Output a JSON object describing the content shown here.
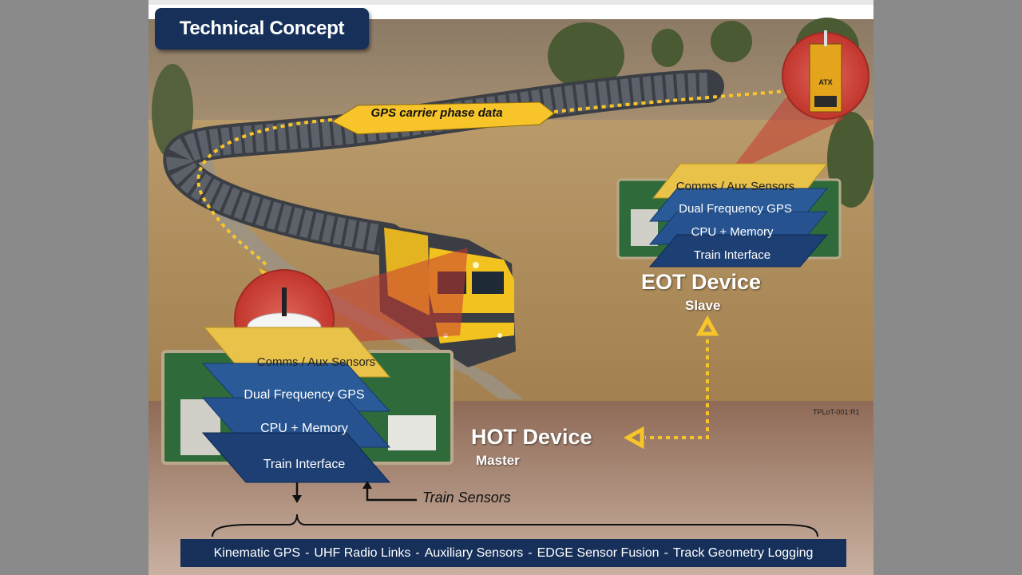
{
  "title": "Technical Concept",
  "gps_link_label": "GPS carrier phase data",
  "hot_device": {
    "title": "HOT Device",
    "subtitle": "Master",
    "layers": [
      "Comms / Aux Sensors",
      "Dual Frequency GPS",
      "CPU + Memory",
      "Train Interface"
    ]
  },
  "eot_device": {
    "title": "EOT Device",
    "subtitle": "Slave",
    "layers": [
      "Comms / Aux Sensors",
      "Dual Frequency GPS",
      "CPU + Memory",
      "Train Interface"
    ],
    "unit_label": "ATX"
  },
  "train_sensors_label": "Train Sensors",
  "reference_code": "TPLoT-001:R1",
  "capabilities": [
    "Kinematic GPS",
    "UHF Radio Links",
    "Auxiliary Sensors",
    "EDGE Sensor Fusion",
    "Track Geometry Logging"
  ],
  "capability_separator": "-",
  "colors": {
    "title_bg": "#16305a",
    "layer_gold": "#e9c24a",
    "layer_blue": "#2a5a97",
    "layer_blue_dark": "#1d3f73",
    "arrow_yellow": "#f7c52a",
    "callout_red": "#c83a30"
  }
}
